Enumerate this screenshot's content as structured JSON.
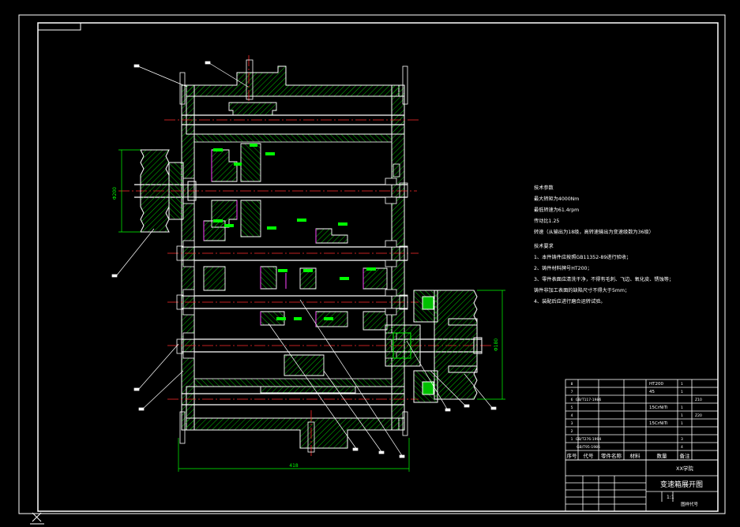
{
  "drawing": {
    "title": "变速箱展开图",
    "organization": "XX学院",
    "scale": "1:1",
    "drawing_no_label": "图样代号"
  },
  "colors": {
    "background": "#000000",
    "frame": "#ffffff",
    "outline": "#ffffff",
    "hatch": "#00c000",
    "centerline": "#ff2a2a",
    "tag": "#00ff00",
    "accent": "#ff44ff"
  },
  "dimensions": {
    "width": "418",
    "pulley_left": "Φ200",
    "pulley_right": "Φ180"
  },
  "notes": {
    "params_heading": "技术参数",
    "params": [
      "最大转矩为4000Nm",
      "最低转速为61.4rpm",
      "传动比1.25",
      "转速（从输出为18级，高转速输出为变速级数为36级）"
    ],
    "req_heading": "技术要求",
    "reqs": [
      "1、本件铸件应按照GB11352-89进行验收；",
      "2、铸件材料牌号HT200；",
      "3、零件表面应清洗干净，不得有毛刺、飞边、氧化皮、锈蚀等；",
      "铸件非加工表面的缺陷尺寸不得大于5mm；",
      "4、装配后应进行磨合运转试验。"
    ]
  },
  "bom": {
    "rows": [
      {
        "no": "8",
        "code": "",
        "name": "",
        "qty": "",
        "material": "HT200",
        "mass": "1",
        "remark": ""
      },
      {
        "no": "7",
        "code": "",
        "name": "",
        "qty": "",
        "material": "45",
        "mass": "1",
        "remark": ""
      },
      {
        "no": "6",
        "code": "GB/T117-1986",
        "name": "",
        "qty": "",
        "material": "",
        "mass": "",
        "remark": "Z10"
      },
      {
        "no": "5",
        "code": "",
        "name": "",
        "qty": "",
        "material": "15CrNiTi",
        "mass": "1",
        "remark": ""
      },
      {
        "no": "4",
        "code": "",
        "name": "",
        "qty": "",
        "material": "",
        "mass": "1",
        "remark": "Z20"
      },
      {
        "no": "3",
        "code": "",
        "name": "",
        "qty": "",
        "material": "15CrNiTi",
        "mass": "1",
        "remark": ""
      },
      {
        "no": "2",
        "code": "",
        "name": "",
        "qty": "",
        "material": "",
        "mass": "",
        "remark": ""
      },
      {
        "no": "1",
        "code": "GB/T276-1994",
        "name": "",
        "qty": "",
        "material": "",
        "mass": "3",
        "remark": ""
      },
      {
        "no": "",
        "code": "GB/T95-1986",
        "name": "",
        "qty": "",
        "material": "",
        "mass": "4",
        "remark": ""
      }
    ],
    "header": [
      "序号",
      "代号",
      "零件名称",
      "材料",
      "数量",
      "备注"
    ]
  }
}
